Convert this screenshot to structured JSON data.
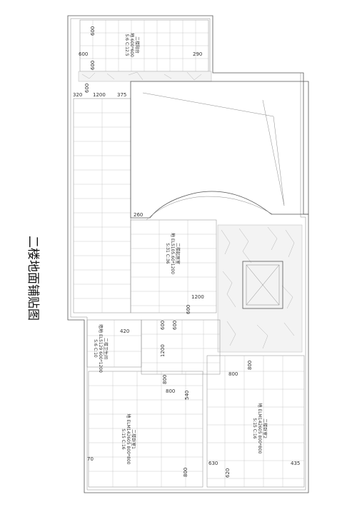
{
  "title": "二楼地面铺贴图",
  "dimensions": {
    "top_balcony_a": "600",
    "top_balcony_b": "600",
    "top_balcony_c": "600",
    "top_balcony_right": "290",
    "corridor_600": "600",
    "corridor_320": "320",
    "corridor_1200": "1200",
    "corridor_375": "375",
    "arc_260": "260",
    "living_1200": "1200",
    "living_600": "600",
    "mid_420": "420",
    "mid_600": "600",
    "mid_1200": "1200",
    "bedroom1_800_a": "800",
    "bedroom1_800_b": "800",
    "bedroom1_540": "540",
    "bedroom1_70": "70",
    "bedroom1_800_bottom": "800",
    "bedroom2_800_a": "800",
    "bedroom2_800_b": "800",
    "bedroom2_630": "630",
    "bedroom2_620": "620",
    "bedroom2_435": "435"
  },
  "rooms": [
    {
      "name": "二楼阳台",
      "line1": "地 600*600",
      "line2": "S:6 C:12.5"
    },
    {
      "name": "二楼起居室",
      "line1": "地 EL5105.60*1200",
      "line2": "S:31 C:36"
    },
    {
      "name": "二楼卫生间",
      "line1": "墙地 EL5129 600*1200",
      "line2": "S:6 C:10"
    },
    {
      "name": "二楼卧室1",
      "line1": "地 ELM142605 800*800",
      "line2": "S:15 C:16"
    },
    {
      "name": "二楼卧室2",
      "line1": "地 ELM142605 800*800",
      "line2": "S:15 C:16"
    }
  ]
}
